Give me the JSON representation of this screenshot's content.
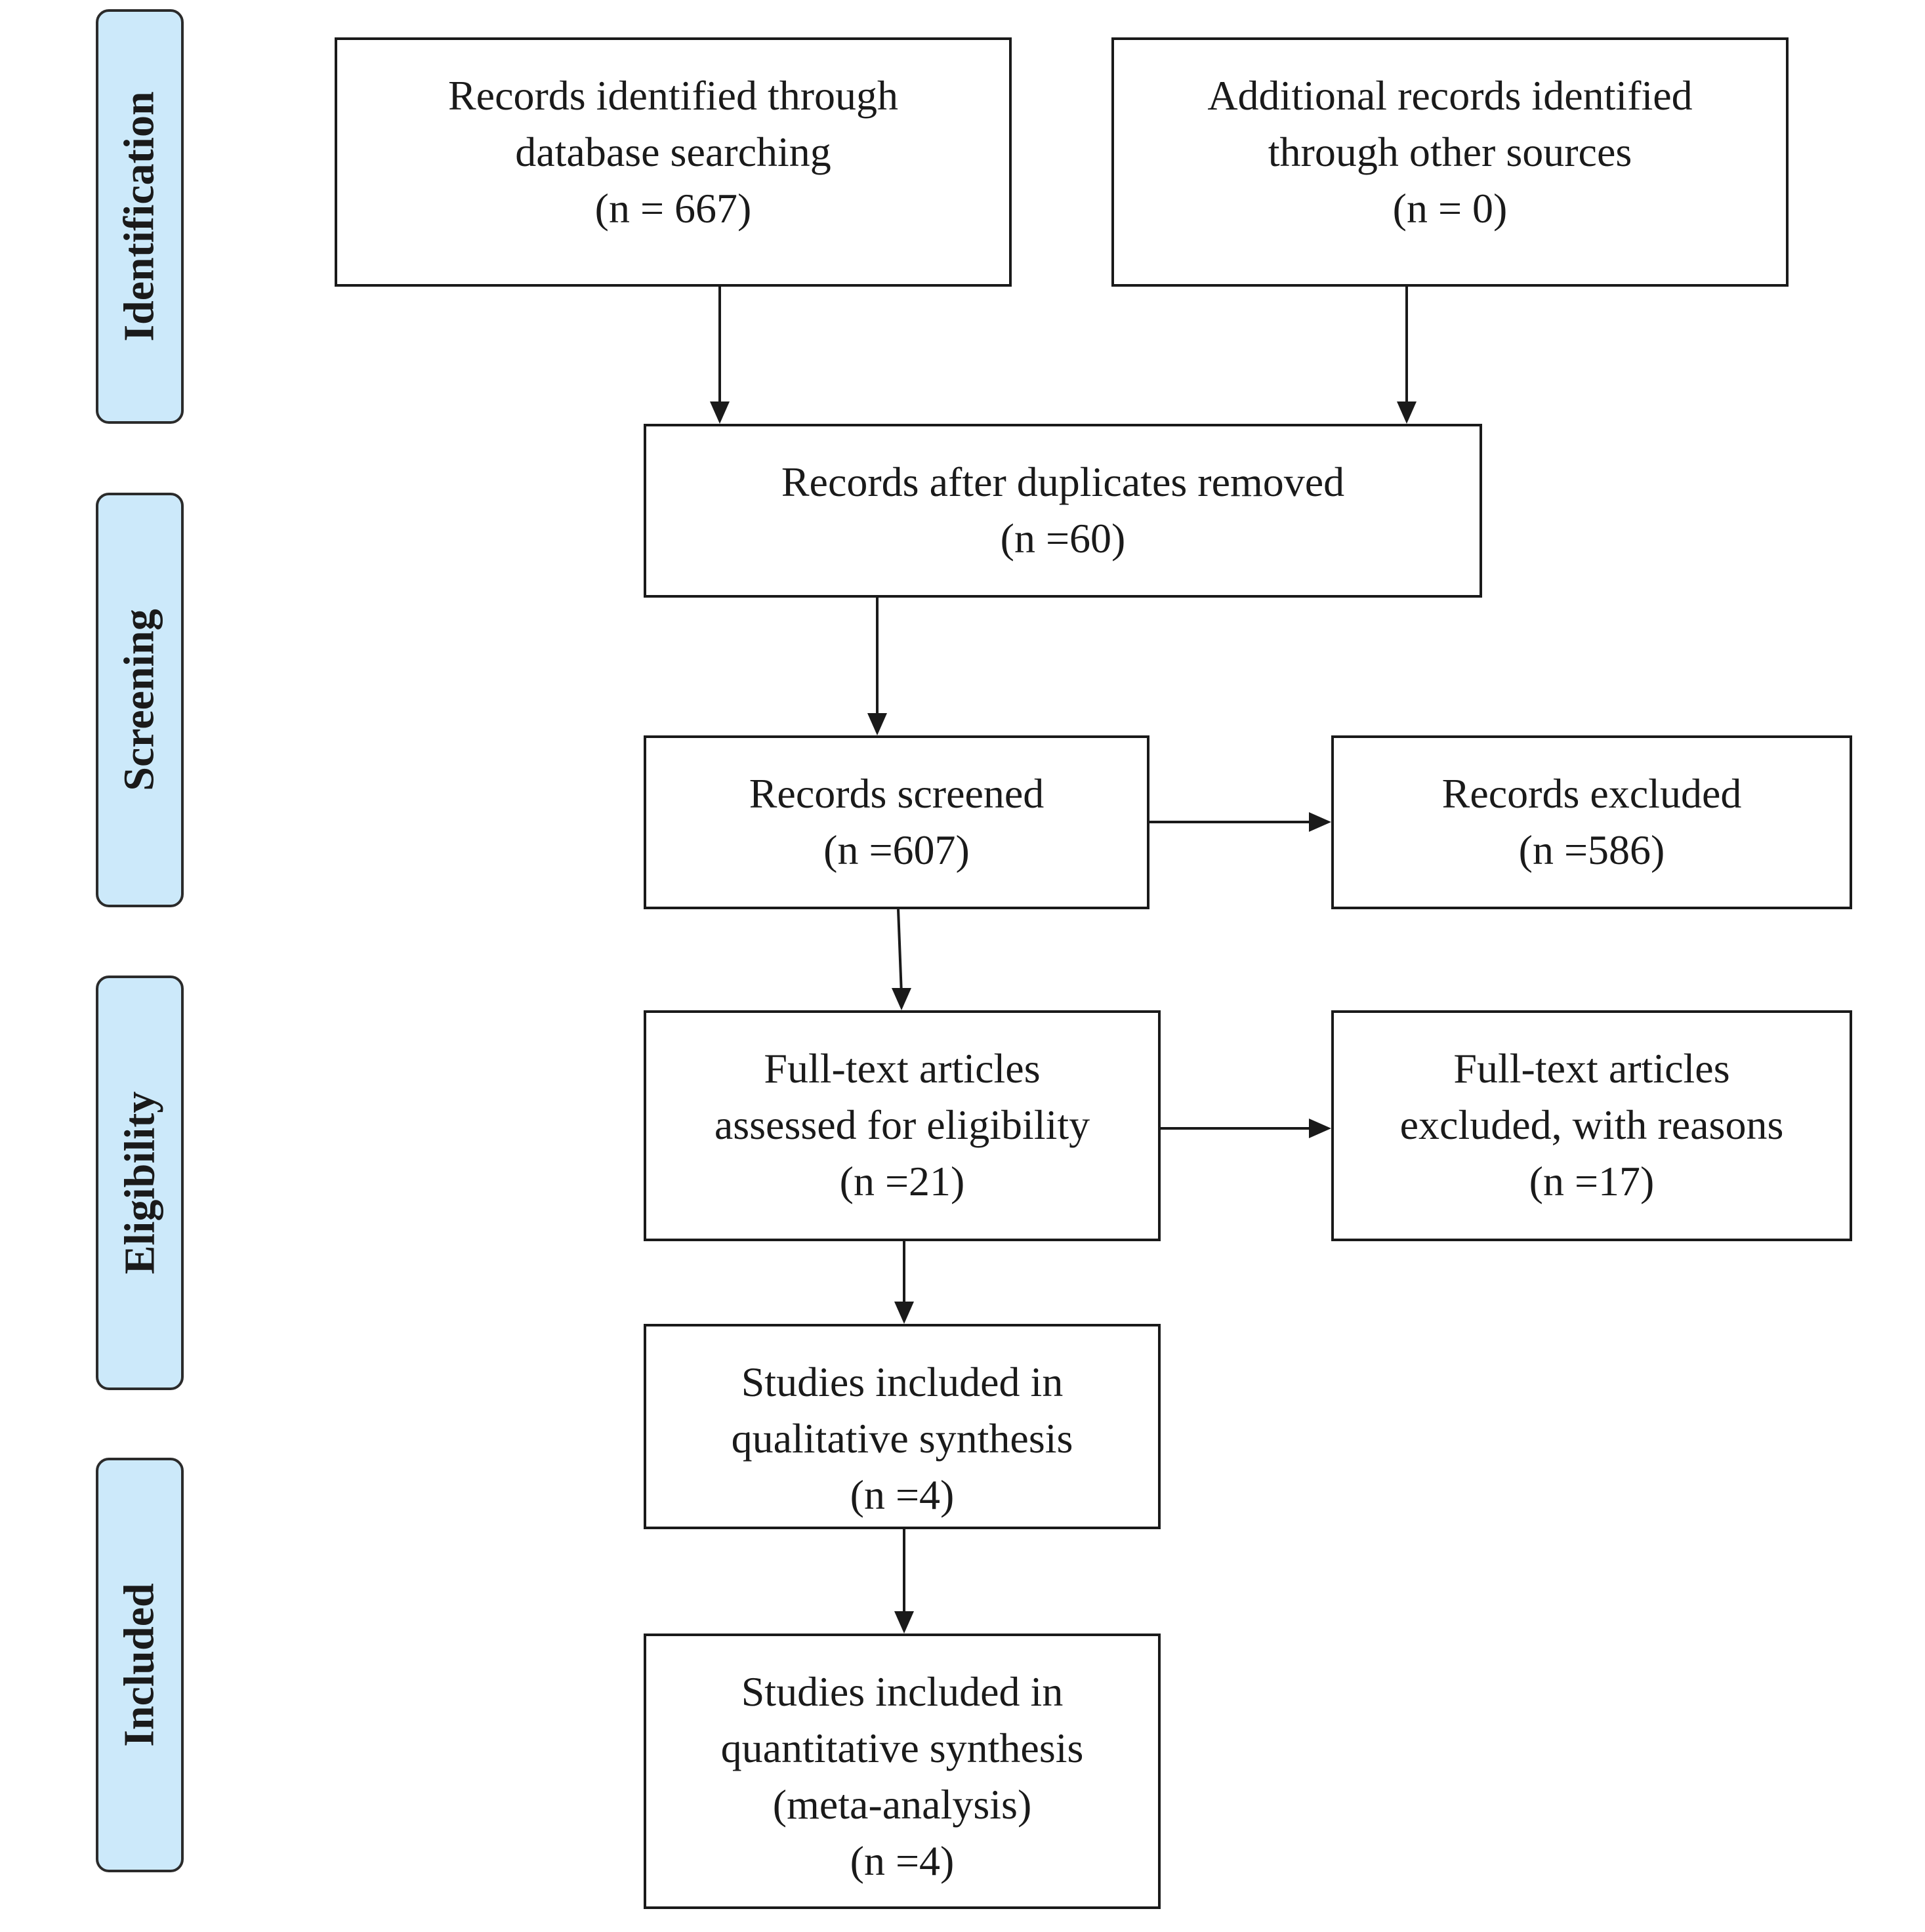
{
  "phases": {
    "identification": "Identification",
    "screening": "Screening",
    "eligibility": "Eligibility",
    "included": "Included"
  },
  "boxes": {
    "db": {
      "line1": "Records identified through",
      "line2": "database searching",
      "line3": "(n = 667)"
    },
    "other": {
      "line1": "Additional records identified",
      "line2": "through other sources",
      "line3": "(n = 0)"
    },
    "dup": {
      "line1": "Records after duplicates removed",
      "line2": "(n =60)"
    },
    "screened": {
      "line1": "Records screened",
      "line2": "(n =607)"
    },
    "excluded": {
      "line1": "Records excluded",
      "line2": "(n =586)"
    },
    "fulltext": {
      "line1": "Full-text articles",
      "line2": "assessed for eligibility",
      "line3": "(n =21)"
    },
    "ft_excluded": {
      "line1": "Full-text articles",
      "line2": "excluded, with reasons",
      "line3": "(n =17)"
    },
    "qualitative": {
      "line1": "Studies included in",
      "line2": "qualitative synthesis",
      "line3": "(n =4)"
    },
    "quantitative": {
      "line1": "Studies included in",
      "line2": "quantitative synthesis",
      "line3": "(meta-analysis)",
      "line4": "(n =4)"
    }
  },
  "colors": {
    "phase_fill": "#cce9fa",
    "border": "#1a1a1a",
    "background": "#ffffff"
  }
}
